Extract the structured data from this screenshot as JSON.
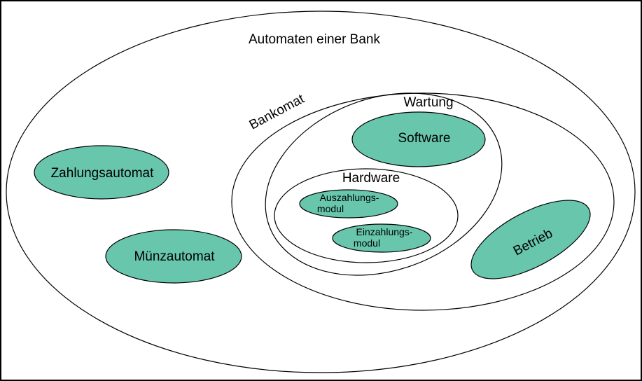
{
  "diagram": {
    "colors": {
      "fill_teal": "#68c6ad",
      "stroke": "#000000",
      "background": "#ffffff"
    },
    "outer": {
      "label": "Automaten einer Bank"
    },
    "bankomat": {
      "label": "Bankomat"
    },
    "wartung": {
      "label": "Wartung"
    },
    "hardware": {
      "label": "Hardware"
    },
    "nodes": {
      "software": {
        "label": "Software"
      },
      "zahlungsautomat": {
        "label": "Zahlungsautomat"
      },
      "muenzautomat": {
        "label": "Münzautomat"
      },
      "betrieb": {
        "label": "Betrieb"
      },
      "auszahlungsmodul": {
        "line1": "Auszahlungs-",
        "line2": "modul"
      },
      "einzahlungsmodul": {
        "line1": "Einzahlungs-",
        "line2": "modul"
      }
    }
  }
}
